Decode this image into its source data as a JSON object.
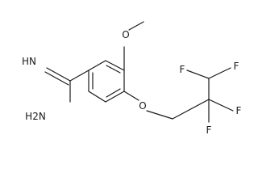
{
  "atoms": {
    "imine_nh": "HN",
    "amine_nh2": "H2N",
    "methoxy_o": "O",
    "ether_o": "O",
    "f_top_left": "F",
    "f_top_right": "F",
    "f_mid_right": "F",
    "f_bottom": "F"
  }
}
